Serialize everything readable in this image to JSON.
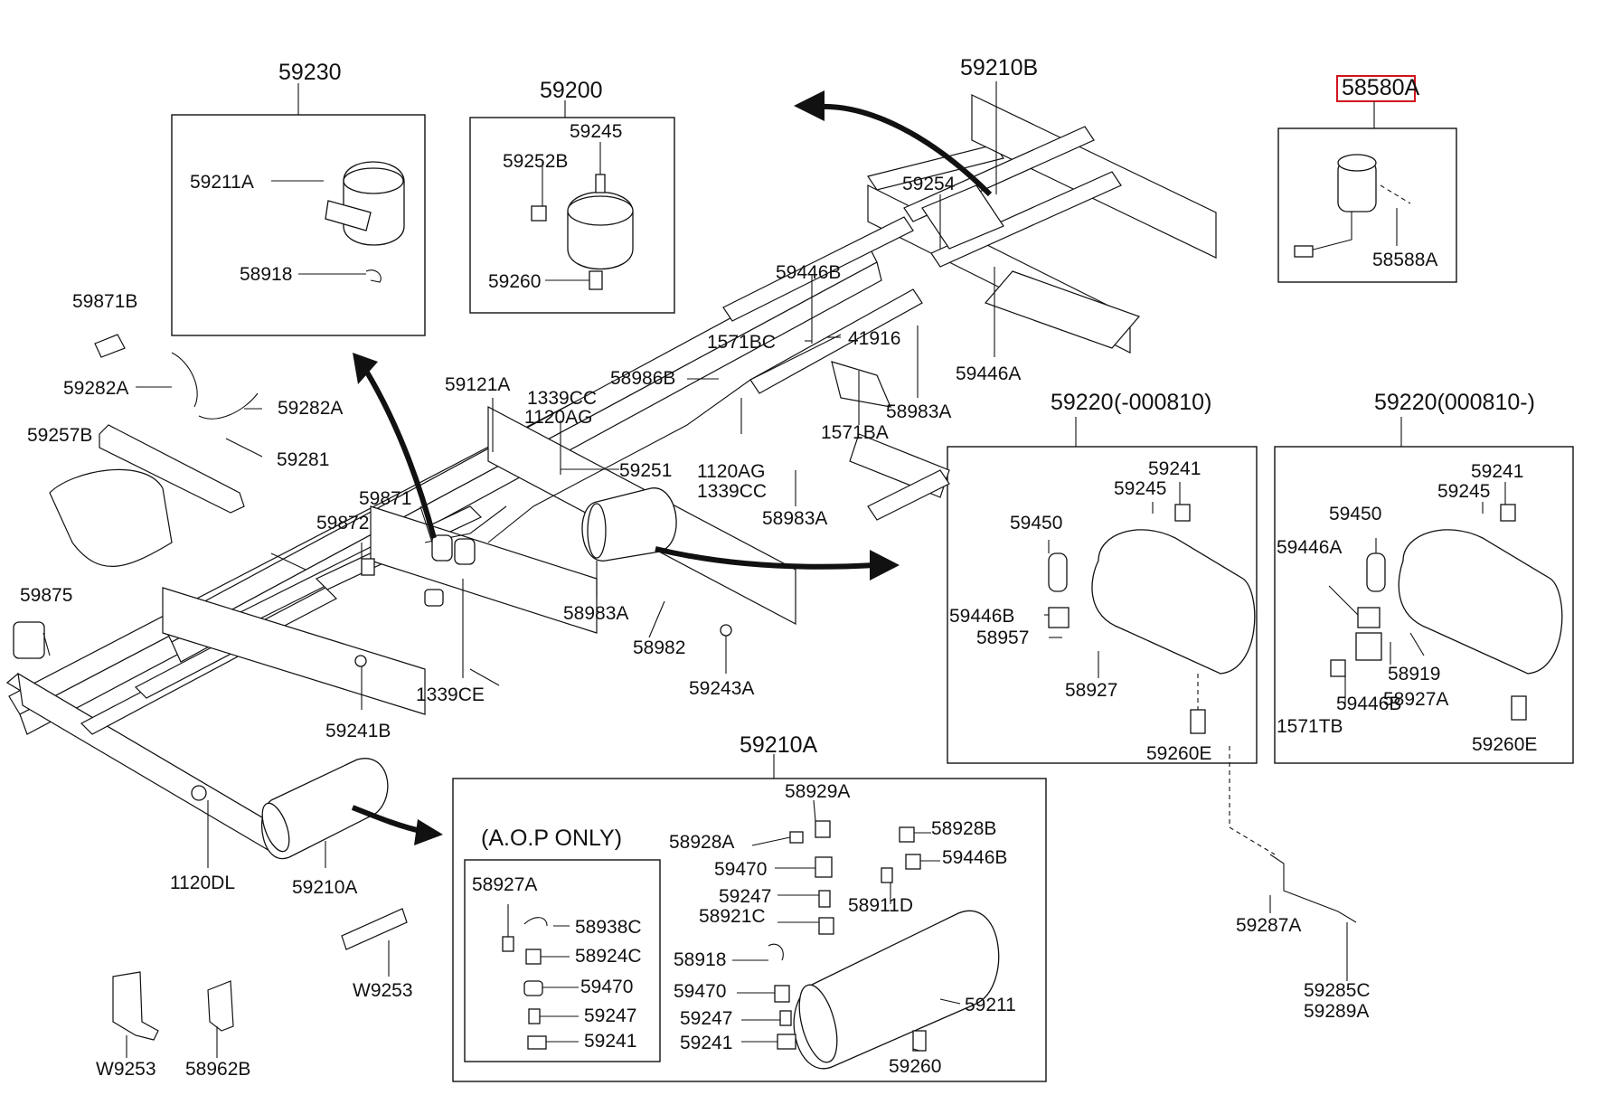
{
  "labels": {
    "l_59230": "59230",
    "l_59211A": "59211A",
    "l_58918_a": "58918",
    "l_59200": "59200",
    "l_59245_a": "59245",
    "l_59252B": "59252B",
    "l_59260_a": "59260",
    "l_59210B": "59210B",
    "l_58580A": "58580A",
    "l_58588A": "58588A",
    "l_59254": "59254",
    "l_59446B_a": "59446B",
    "l_1571BC": "1571BC",
    "l_41916": "41916",
    "l_59446A_a": "59446A",
    "l_58986B": "58986B",
    "l_1571BA": "1571BA",
    "l_58983A_a": "58983A",
    "l_59871B": "59871B",
    "l_59282A_a": "59282A",
    "l_59282A_b": "59282A",
    "l_59257B": "59257B",
    "l_59281": "59281",
    "l_59121A": "59121A",
    "l_1339CC_a": "1339CC",
    "l_1120AG_a": "1120AG",
    "l_59251": "59251",
    "l_1120AG_b": "1120AG",
    "l_1339CC_b": "1339CC",
    "l_58983A_b": "58983A",
    "l_59871": "59871",
    "l_59872": "59872",
    "l_59875": "59875",
    "l_58983A_c": "58983A",
    "l_58982": "58982",
    "l_59243A": "59243A",
    "l_1339CE": "1339CE",
    "l_59241B": "59241B",
    "l_1120DL": "1120DL",
    "l_59210A_a": "59210A",
    "l_W9253_a": "W9253",
    "l_W9253_b": "W9253",
    "l_58962B": "58962B",
    "l_59220_a": "59220",
    "l_59220_a_suffix": "(-000810)",
    "l_59241_a": "59241",
    "l_59245_b": "59245",
    "l_59450_a": "59450",
    "l_59446B_b": "59446B",
    "l_58957": "58957",
    "l_58927": "58927",
    "l_59260E_a": "59260E",
    "l_59220_b": "59220(000810-)",
    "l_59241_b": "59241",
    "l_59245_c": "59245",
    "l_59450_b": "59450",
    "l_59446A_b": "59446A",
    "l_58919": "58919",
    "l_59446B_c": "59446B",
    "l_58927A_a": "58927A",
    "l_1571TB": "1571TB",
    "l_59260E_b": "59260E",
    "l_59287A": "59287A",
    "l_59285C": "59285C",
    "l_59289A": "59289A",
    "l_59210A_b": "59210A",
    "l_aop": "(A.O.P ONLY)",
    "l_58929A": "58929A",
    "l_58928A": "58928A",
    "l_58928B": "58928B",
    "l_59470_a": "59470",
    "l_59446B_d": "59446B",
    "l_59247_a": "59247",
    "l_58921C": "58921C",
    "l_58911D": "58911D",
    "l_58927A_b": "58927A",
    "l_58938C": "58938C",
    "l_58924C": "58924C",
    "l_59470_b": "59470",
    "l_59247_b": "59247",
    "l_59241_c": "59241",
    "l_58918_b": "58918",
    "l_59470_c": "59470",
    "l_59247_c": "59247",
    "l_59241_d": "59241",
    "l_59211": "59211",
    "l_59260_b": "59260"
  },
  "highlight_color": "#d0141e"
}
